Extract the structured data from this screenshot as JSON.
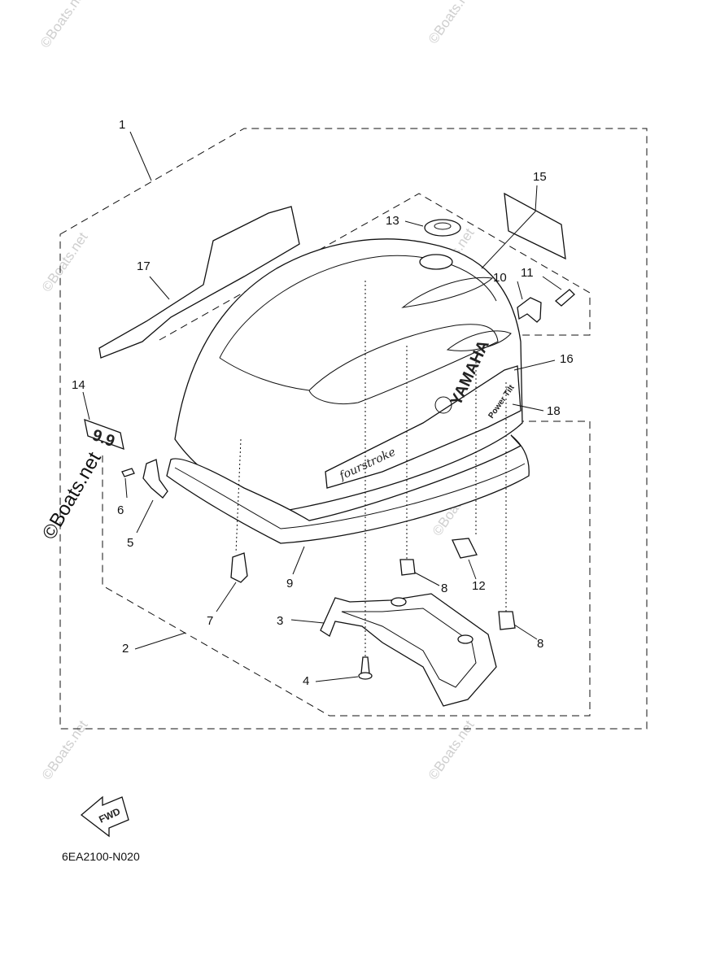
{
  "watermark": {
    "text": "©Boats.net",
    "prominent_text": "©Boats.net"
  },
  "diagram_code": "6EA2100-N020",
  "fwd_label": "FWD",
  "cowling_labels": {
    "brand": "YAMAHA",
    "model": "9.9",
    "script": "fourstroke",
    "power_tilt": "Power Tilt"
  },
  "callouts": [
    "1",
    "2",
    "3",
    "4",
    "5",
    "6",
    "7",
    "8",
    "8",
    "9",
    "10",
    "11",
    "12",
    "13",
    "14",
    "15",
    "16",
    "17",
    "18"
  ],
  "colors": {
    "line": "#111111",
    "background": "#ffffff",
    "shading": "#d9d9d9",
    "watermark": "#cfcfcf"
  }
}
